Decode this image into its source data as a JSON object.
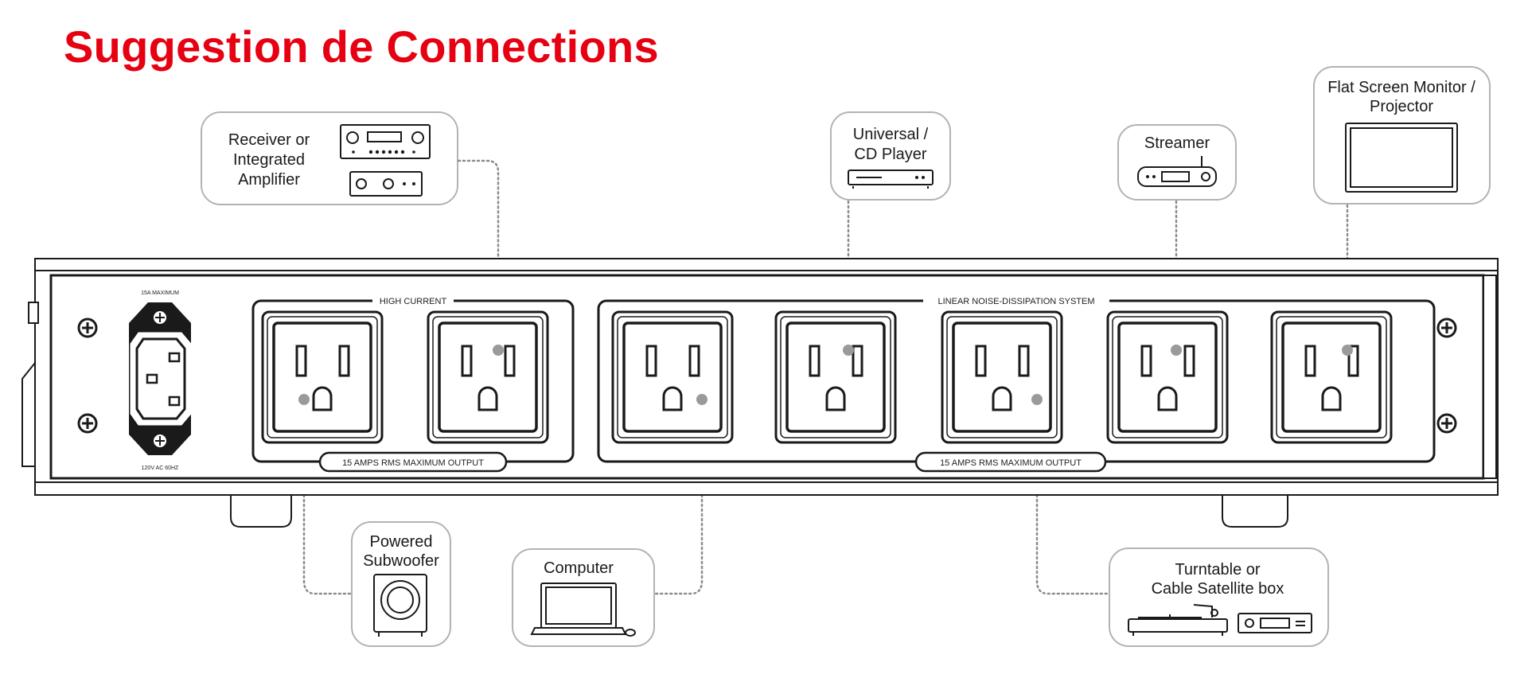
{
  "title": "Suggestion de Connections",
  "colors": {
    "title": "#e60012",
    "panel_stroke": "#1a1a1a",
    "connector": "#8c8c8c",
    "box_border": "#b3b3b3"
  },
  "unit": {
    "iec_top": "15A MAXIMUM",
    "iec_bottom": "120V AC 60HZ",
    "group_high": "HIGH CURRENT",
    "group_linear": "LINEAR NOISE-DISSIPATION SYSTEM",
    "output_high": "15 AMPS RMS MAXIMUM OUTPUT",
    "output_linear": "15 AMPS RMS MAXIMUM OUTPUT"
  },
  "devices": {
    "receiver": {
      "line1": "Receiver or",
      "line2": "Integrated",
      "line3": "Amplifier",
      "icon": "receiver-amplifier-icon"
    },
    "cd_player": {
      "line1": "Universal /",
      "line2": "CD Player",
      "icon": "cd-player-icon"
    },
    "streamer": {
      "line1": "Streamer",
      "icon": "streamer-icon"
    },
    "monitor": {
      "line1": "Flat Screen Monitor /",
      "line2": "Projector",
      "icon": "monitor-icon"
    },
    "subwoofer": {
      "line1": "Powered",
      "line2": "Subwoofer",
      "icon": "subwoofer-icon"
    },
    "computer": {
      "line1": "Computer",
      "icon": "laptop-icon"
    },
    "turntable": {
      "line1": "Turntable or",
      "line2": "Cable Satellite box",
      "icon": "turntable-icon"
    }
  }
}
